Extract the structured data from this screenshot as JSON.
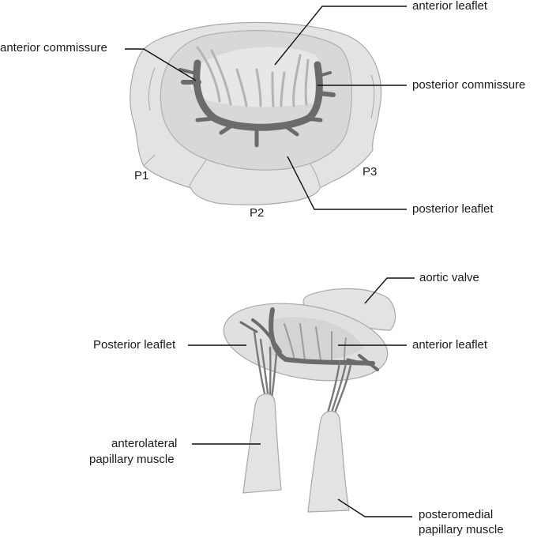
{
  "top_view": {
    "labels": {
      "anterior_leaflet": "anterior leaflet",
      "anterior_commissure": "anterior commissure",
      "posterior_commissure": "posterior commissure",
      "posterior_leaflet": "posterior leaflet",
      "p1": "P1",
      "p2": "P2",
      "p3": "P3"
    }
  },
  "side_view": {
    "labels": {
      "aortic_valve": "aortic valve",
      "posterior_leaflet": "Posterior leaflet",
      "anterior_leaflet": "anterior leaflet",
      "anterolateral_line1": "anterolateral",
      "anterolateral_line2": "papillary muscle",
      "posteromedial_line1": "posteromedial",
      "posteromedial_line2": "papillary muscle"
    }
  },
  "colors": {
    "tissue_light": "#e6e6e6",
    "tissue_mid": "#d2d2d2",
    "chordae": "#6e6e6e",
    "outline": "#9a9a9a"
  }
}
